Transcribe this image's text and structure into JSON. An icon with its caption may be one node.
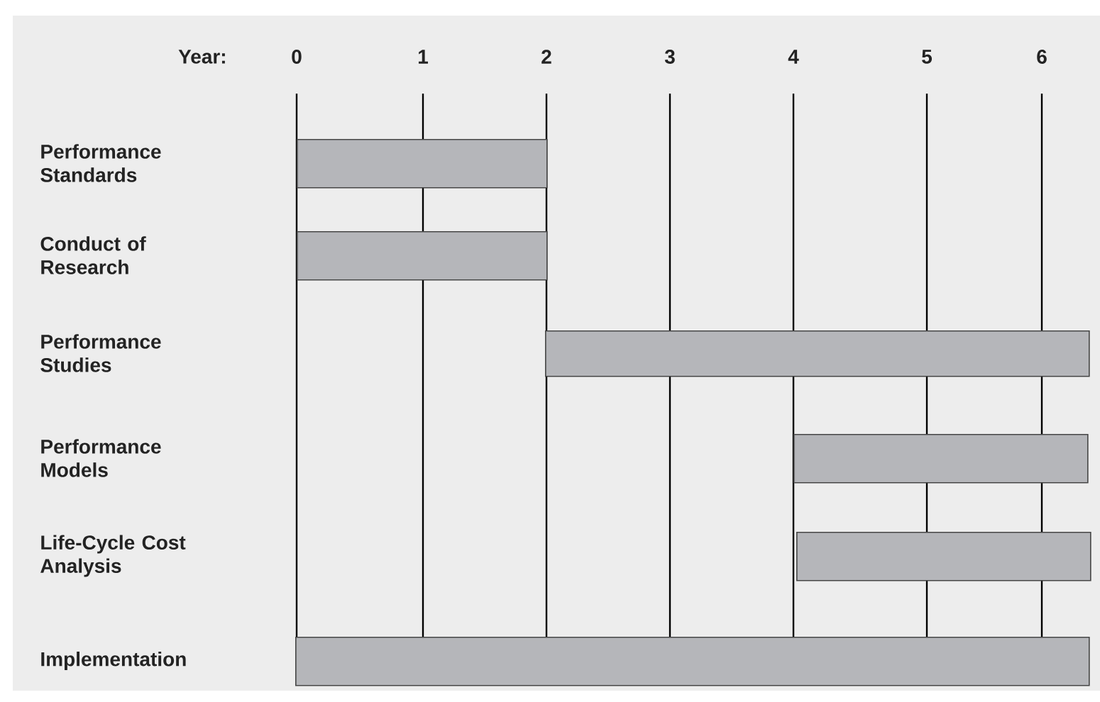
{
  "diagram": {
    "nodes": [
      {
        "text": [],
        "shape": "bar"
      },
      {
        "text": [],
        "shape": "bar"
      },
      {
        "text": [],
        "shape": "bar"
      },
      {
        "text": [],
        "shape": "bar"
      },
      {
        "text": [],
        "shape": "bar"
      },
      {
        "text": [],
        "shape": "bar"
      }
    ],
    "labels": [
      "Year:",
      "0",
      "1",
      "2",
      "3",
      "4",
      "5",
      "6",
      "Performance Standards",
      "Conduct of Research",
      "Performance Studies",
      "Performance Models",
      "Life-Cycle Cost Analysis",
      "Implementation"
    ]
  }
}
